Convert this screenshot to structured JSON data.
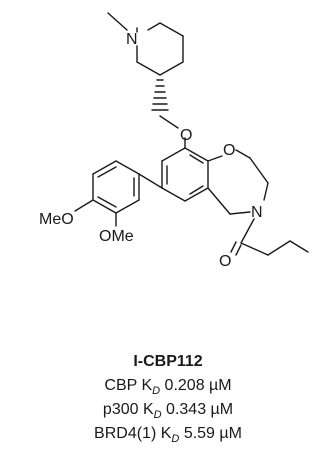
{
  "structure": {
    "atoms": {
      "piperidine_n": "N",
      "ether_o": "O",
      "ring_o": "O",
      "ring_n": "N",
      "carbonyl_o": "O",
      "methoxy_top": "MeO",
      "methoxy_bottom": "OMe"
    }
  },
  "caption": {
    "compound_name": "I-CBP112",
    "rows": [
      {
        "target": "CBP",
        "k": "K",
        "sub": "D",
        "value": "0.208 µM"
      },
      {
        "target": "p300",
        "k": "K",
        "sub": "D",
        "value": "0.343 µM"
      },
      {
        "target": "BRD4(1)",
        "k": "K",
        "sub": "D",
        "value": "5.59 µM"
      }
    ]
  }
}
